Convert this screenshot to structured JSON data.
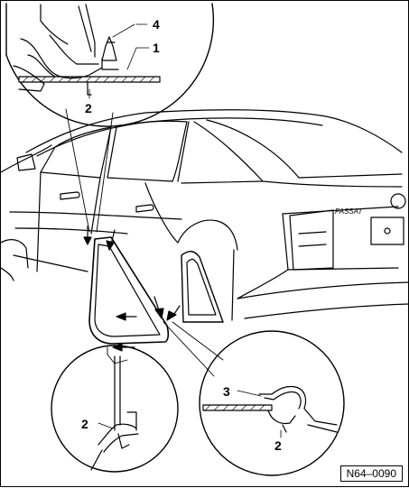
{
  "callouts": {
    "c1": "1",
    "c2_top": "2",
    "c2_left": "2",
    "c2_right": "2",
    "c3": "3",
    "c4": "4"
  },
  "car": {
    "badge": "PASSAT"
  },
  "figure_id": "N64–0090",
  "icons": [
    "magnifier-circle-detail",
    "arrow-indicator"
  ],
  "colors": {
    "line": "#000000",
    "background": "#ffffff"
  }
}
